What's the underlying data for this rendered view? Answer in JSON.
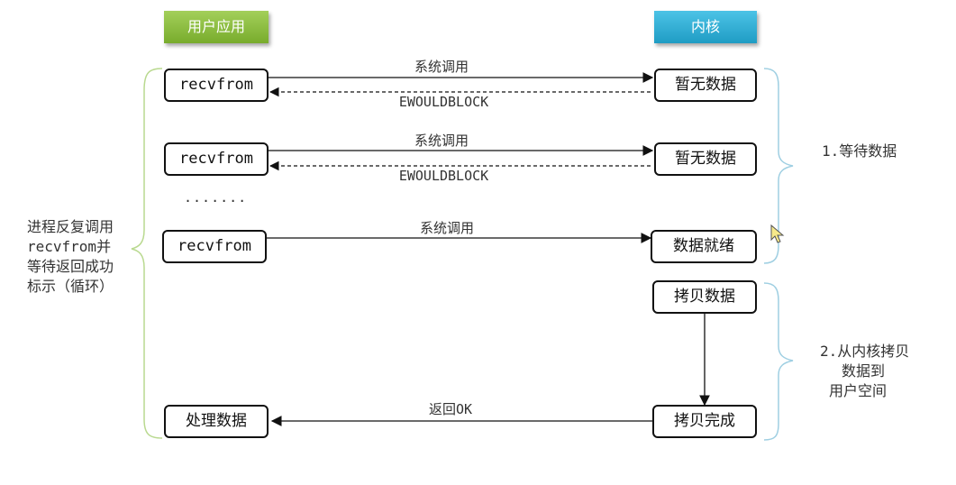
{
  "headers": {
    "user_app": "用户应用",
    "kernel": "内核"
  },
  "rows": [
    {
      "app": "recvfrom",
      "call": "系统调用",
      "kernel": "暂无数据",
      "reply": "EWOULDBLOCK"
    },
    {
      "app": "recvfrom",
      "call": "系统调用",
      "kernel": "暂无数据",
      "reply": "EWOULDBLOCK"
    },
    {
      "app": "recvfrom",
      "call": "系统调用",
      "kernel": "数据就绪"
    }
  ],
  "ellipsis": ".......",
  "copy": {
    "copy_data": "拷贝数据",
    "copy_done": "拷贝完成",
    "return_label": "返回OK",
    "process": "处理数据"
  },
  "left_note": {
    "line1": "进程反复调用",
    "line2": "recvfrom并",
    "line3": "等待返回成功",
    "line4": "标示（循环）"
  },
  "phase1": "1.等待数据",
  "phase2": {
    "line1": "2.从内核拷贝",
    "line2": "数据到",
    "line3": "用户空间"
  }
}
